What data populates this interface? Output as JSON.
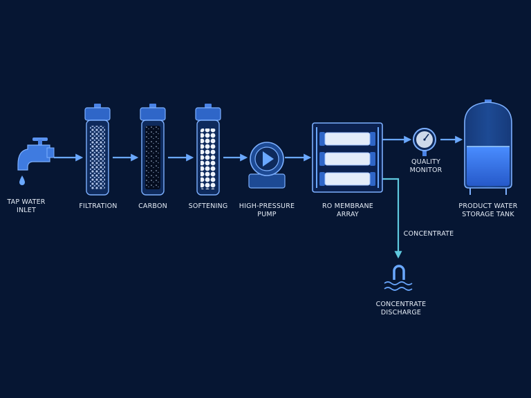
{
  "stages": {
    "inlet": {
      "line1": "TAP WATER",
      "line2": "INLET",
      "icon": "faucet-icon"
    },
    "filtration": {
      "label": "FILTRATION",
      "icon": "sediment-filter-icon"
    },
    "carbon": {
      "label": "CARBON",
      "icon": "carbon-filter-icon"
    },
    "softening": {
      "label": "SOFTENING",
      "icon": "softener-filter-icon"
    },
    "pump": {
      "line1": "HIGH-PRESSURE",
      "line2": "PUMP",
      "icon": "pump-icon"
    },
    "membrane": {
      "line1": "RO MEMBRANE",
      "line2": "ARRAY",
      "icon": "membrane-array-icon"
    },
    "monitor": {
      "line1": "QUALITY",
      "line2": "MONITOR",
      "icon": "pressure-gauge-icon"
    },
    "tank": {
      "line1": "PRODUCT WATER",
      "line2": "STORAGE TANK",
      "icon": "storage-tank-icon"
    },
    "concentrate": {
      "label": "CONCENTRATE"
    },
    "discharge": {
      "line1": "CONCENTRATE",
      "line2": "DISCHARGE",
      "icon": "drain-outlet-icon"
    }
  },
  "colors": {
    "background": "#061633",
    "line": "#6aa8ff",
    "concentrate_line": "#5fc9df",
    "text": "#e6edf7",
    "water": "#3f86ff"
  }
}
